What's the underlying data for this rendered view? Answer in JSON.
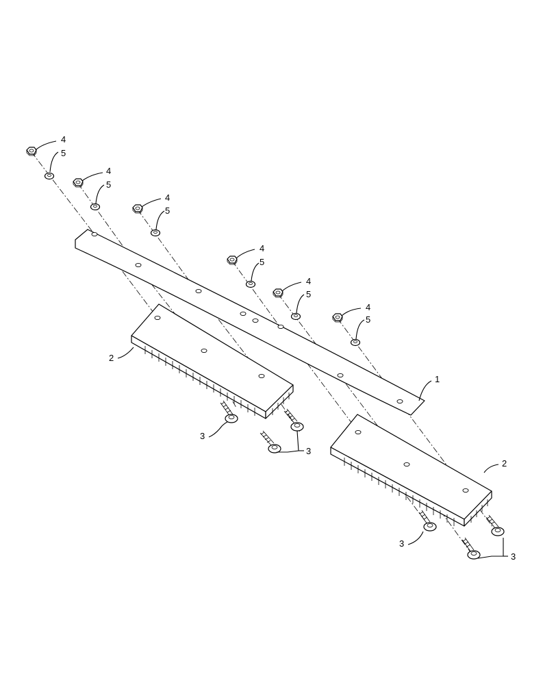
{
  "callouts": {
    "part_1": "1",
    "part_2_left": "2",
    "part_2_right": "2",
    "part_3_a": "3",
    "part_3_b": "3",
    "part_3_c": "3",
    "part_3_d": "3",
    "nut_4": "4",
    "washer_5": "5"
  }
}
